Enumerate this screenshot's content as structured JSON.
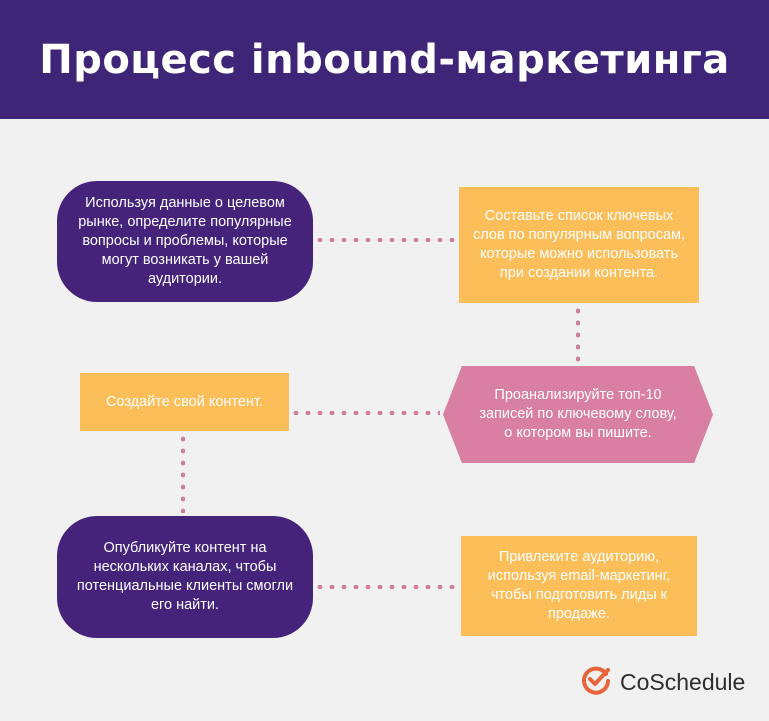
{
  "header": {
    "title": "Процесс inbound-маркетинга"
  },
  "steps": {
    "step1": "Используя данные о целевом рынке, определите популярные вопросы и проблемы, которые могут возникать у вашей аудитории.",
    "step2": "Составьте список ключевых слов по популярным вопросам, которые можно использовать при создании контента.",
    "step3": "Проанализируйте топ-10 записей по ключевому слову, о котором вы пишите.",
    "step4": "Создайте свой контент.",
    "step5": "Опубликуйте контент на нескольких каналах, чтобы потенциальные клиенты смогли его найти.",
    "step6": "Привлеките аудиторию, используя email-маркетинг, чтобы подготовить лиды к продаже."
  },
  "brand": {
    "logo_text": "CoSchedule",
    "logo_icon": "check-circle-icon",
    "accent": "#e8643b"
  },
  "colors": {
    "header": "#3f2578",
    "pill": "#45237a",
    "box": "#fbbe59",
    "hex": "#d97fa2",
    "connector": "#d37d9e"
  }
}
